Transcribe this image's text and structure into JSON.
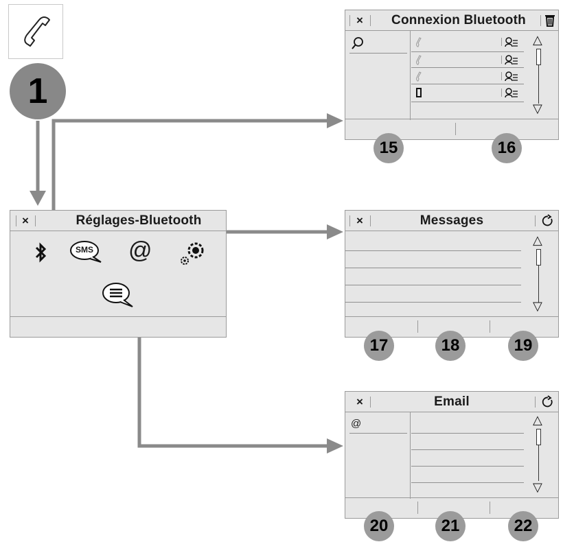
{
  "icons": {
    "phone": "phone-handset-icon",
    "close": "close-x-icon",
    "trash": "trash-icon",
    "refresh": "refresh-icon",
    "search": "magnifier-icon",
    "bluetooth": "bluetooth-icon",
    "sms": "sms-bubble-icon",
    "at": "at-sign-icon",
    "settings": "gears-icon",
    "message": "message-bubble-icon",
    "contact": "contact-list-icon"
  },
  "colors": {
    "arrow": "#8a8a8a",
    "screen_bg": "#e6e6e6",
    "badge": "#9b9b9b"
  },
  "step": {
    "label": "1"
  },
  "settings_screen": {
    "close_label": "×",
    "title": "Réglages-Bluetooth",
    "sms_label": "SMS",
    "at_label": "@"
  },
  "bluetooth_screen": {
    "close_label": "×",
    "title": "Connexion Bluetooth",
    "badges": [
      "15",
      "16"
    ]
  },
  "messages_screen": {
    "close_label": "×",
    "title": "Messages",
    "badges": [
      "17",
      "18",
      "19"
    ]
  },
  "email_screen": {
    "close_label": "×",
    "title": "Email",
    "at_label": "@",
    "badges": [
      "20",
      "21",
      "22"
    ]
  }
}
